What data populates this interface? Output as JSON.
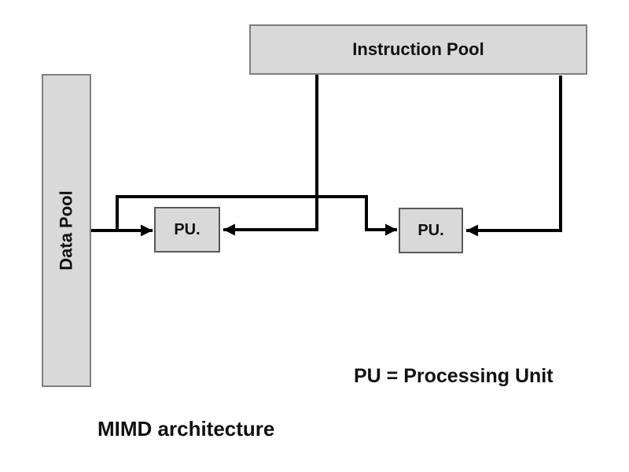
{
  "diagram": {
    "title": "MIMD architecture",
    "legend": "PU = Processing Unit",
    "boxes": {
      "instruction_pool": {
        "label": "Instruction Pool"
      },
      "data_pool": {
        "label": "Data Pool"
      },
      "pu1": {
        "label": "PU."
      },
      "pu2": {
        "label": "PU."
      }
    },
    "colors": {
      "box_fill": "#d9d9d9",
      "box_border_gray": "#7f7f7f",
      "pu_border": "#595959",
      "line": "#000000",
      "background": "#ffffff"
    }
  }
}
